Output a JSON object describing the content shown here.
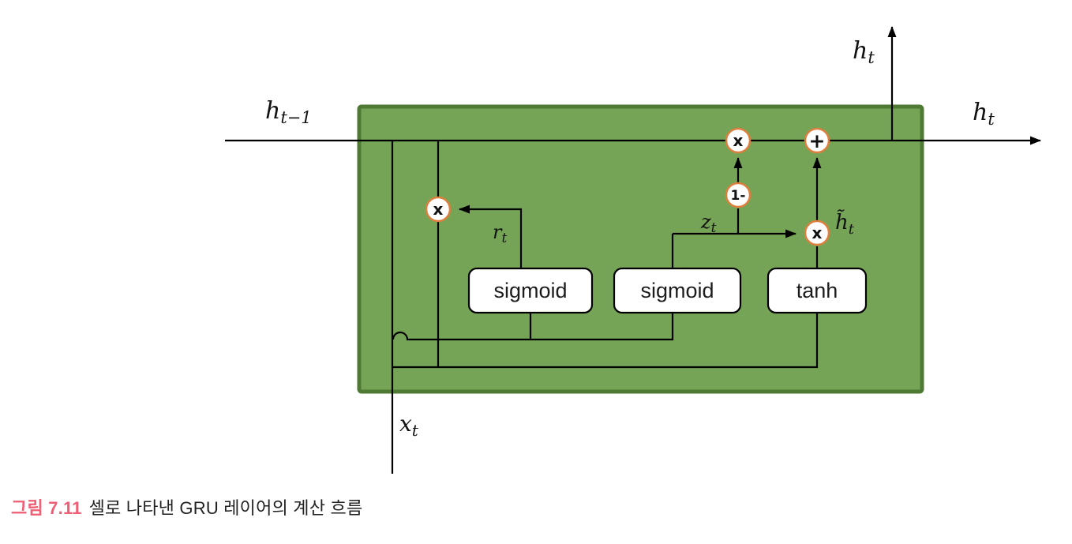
{
  "figure": {
    "caption": {
      "number": "그림 7.11",
      "text": "셀로 나타낸 GRU 레이어의 계산 흐름",
      "number_color": "#ef5e75",
      "text_color": "#222222"
    },
    "colors": {
      "cell_fill": "#75a457",
      "cell_border": "#4e7a33",
      "node_border": "#de7f3e",
      "wire": "#000000",
      "gate_box_fill": "#ffffff"
    },
    "labels": {
      "h_prev": {
        "base": "h",
        "sub": "t−1"
      },
      "h_out_top": {
        "base": "h",
        "sub": "t"
      },
      "h_out_right": {
        "base": "h",
        "sub": "t"
      },
      "x_in": {
        "base": "x",
        "sub": "t"
      },
      "r": {
        "base": "r",
        "sub": "t"
      },
      "z": {
        "base": "z",
        "sub": "t"
      },
      "h_tilde": {
        "base": "h̃",
        "sub": "t"
      }
    },
    "nodes": {
      "reset_mul": "x",
      "update_mul": "x",
      "candidate_mul": "x",
      "add": "+",
      "one_minus": "1-"
    },
    "gates": [
      {
        "label": "sigmoid"
      },
      {
        "label": "sigmoid"
      },
      {
        "label": "tanh"
      }
    ]
  }
}
